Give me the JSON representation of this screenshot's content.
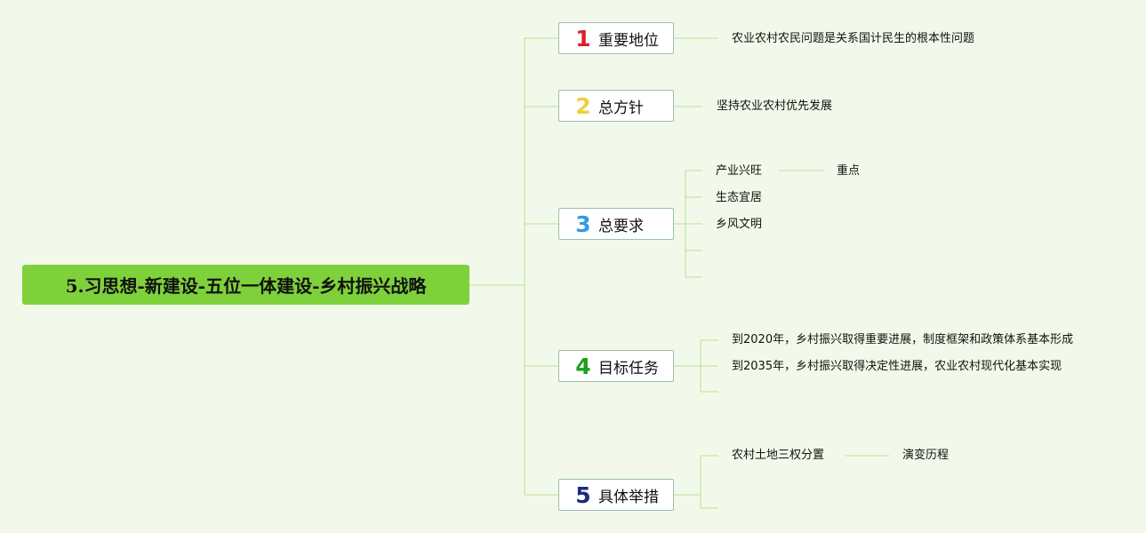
{
  "root": {
    "label": "5.习思想-新建设-五位一体建设-乡村振兴战略"
  },
  "colors": {
    "background": "#f3f9ea",
    "root_fill": "#7ed13b",
    "connector": "#c4e6a6",
    "topic_border": "#9bbfb0",
    "num1": "#d9212b",
    "num2": "#f2cf3f",
    "num3": "#2f9be0",
    "num4": "#1e9e1e",
    "num5": "#1b2a80"
  },
  "icons": [
    "number-1-marker",
    "number-2-marker",
    "number-3-marker",
    "number-4-marker",
    "number-5-marker"
  ],
  "topics": [
    {
      "num": "1",
      "label": "重要地位",
      "children": [
        {
          "label": "农业农村农民问题是关系国计民生的根本性问题"
        }
      ]
    },
    {
      "num": "2",
      "label": "总方针",
      "children": [
        {
          "label": "坚持农业农村优先发展"
        }
      ]
    },
    {
      "num": "3",
      "label": "总要求",
      "children": [
        {
          "label": "产业兴旺",
          "sub": "重点"
        },
        {
          "label": "生态宜居"
        },
        {
          "label": "乡风文明"
        },
        {
          "label": ""
        },
        {
          "label": ""
        }
      ]
    },
    {
      "num": "4",
      "label": "目标任务",
      "children": [
        {
          "label": "到2020年，乡村振兴取得重要进展，制度框架和政策体系基本形成"
        },
        {
          "label": "到2035年，乡村振兴取得决定性进展，农业农村现代化基本实现"
        },
        {
          "label": ""
        }
      ]
    },
    {
      "num": "5",
      "label": "具体举措",
      "children": [
        {
          "label": "农村土地三权分置",
          "sub": "演变历程"
        },
        {
          "label": ""
        }
      ]
    }
  ]
}
